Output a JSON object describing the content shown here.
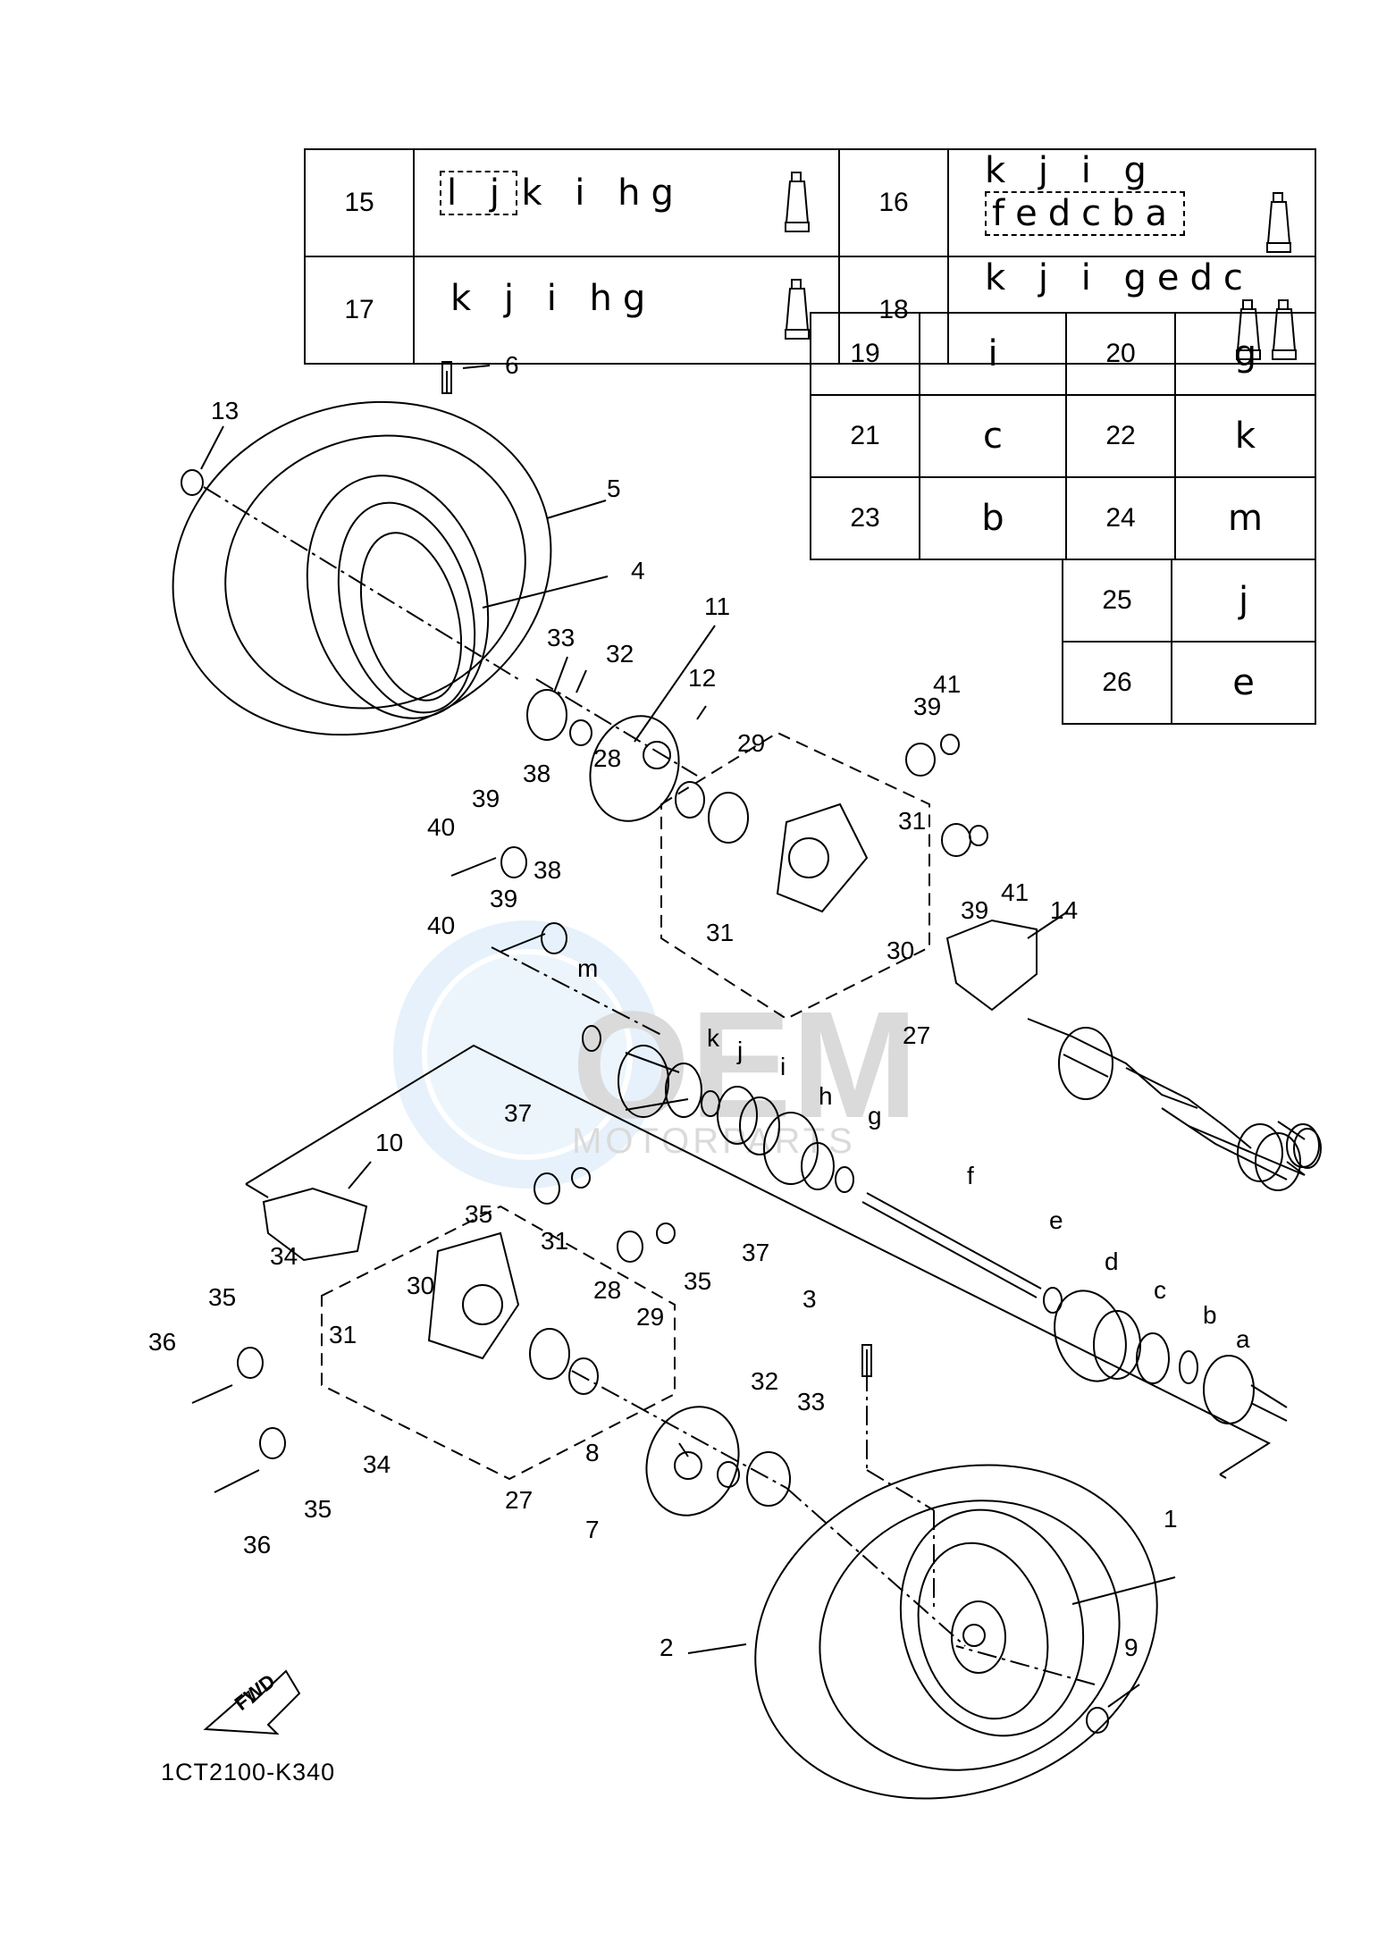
{
  "tables": {
    "kit_rows": [
      {
        "part": "15",
        "boxed": "l j",
        "rest": "k i hg",
        "tubes": 1
      },
      {
        "part": "16",
        "rest_pre": "k j i g",
        "boxed": "fedcba",
        "tubes": 1
      },
      {
        "part": "17",
        "rest": "k j i hg",
        "tubes": 1
      },
      {
        "part": "18",
        "rest": "k j i gedc",
        "tubes": 2
      }
    ],
    "single_rows": [
      {
        "a_part": "19",
        "a_letter": "i",
        "b_part": "20",
        "b_letter": "g"
      },
      {
        "a_part": "21",
        "a_letter": "c",
        "b_part": "22",
        "b_letter": "k"
      },
      {
        "a_part": "23",
        "a_letter": "b",
        "b_part": "24",
        "b_letter": "m"
      },
      {
        "b_part": "25",
        "b_letter": "j"
      },
      {
        "b_part": "26",
        "b_letter": "e"
      }
    ]
  },
  "callouts": [
    "1",
    "2",
    "3",
    "4",
    "5",
    "6",
    "7",
    "8",
    "9",
    "10",
    "11",
    "12",
    "13",
    "14",
    "27",
    "27",
    "28",
    "28",
    "29",
    "29",
    "30",
    "30",
    "31",
    "31",
    "31",
    "31",
    "32",
    "32",
    "33",
    "33",
    "34",
    "34",
    "35",
    "35",
    "35",
    "35",
    "36",
    "36",
    "37",
    "37",
    "38",
    "38",
    "39",
    "39",
    "39",
    "39",
    "40",
    "40",
    "41",
    "41",
    "a",
    "b",
    "c",
    "d",
    "e",
    "f",
    "g",
    "h",
    "i",
    "j",
    "k",
    "m"
  ],
  "fwd_label": "FWD",
  "diagram_code": "1CT2100-K340",
  "watermark": {
    "text": "OEM",
    "subtext": "MOTORPARTS"
  }
}
